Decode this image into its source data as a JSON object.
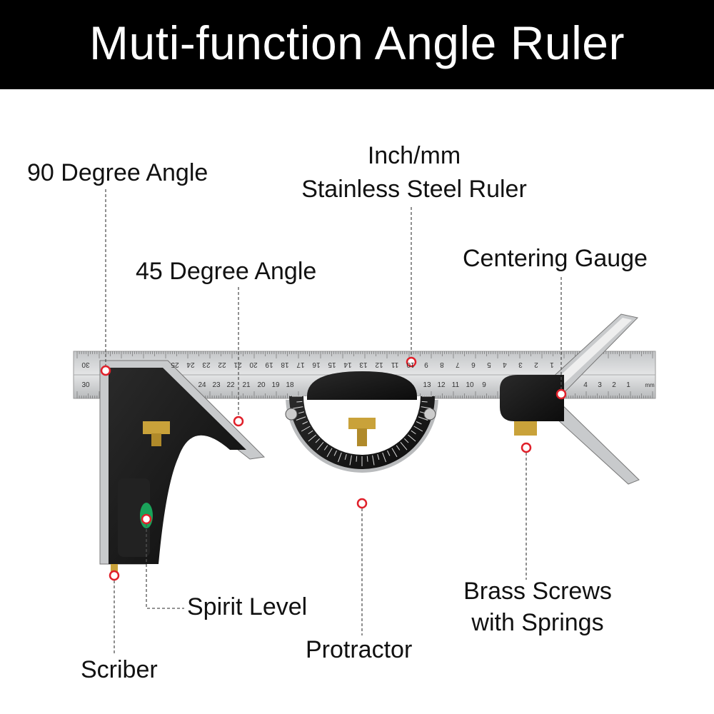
{
  "header": {
    "title": "Muti-function Angle Ruler"
  },
  "labels": {
    "degree90": "90 Degree Angle",
    "ruler_line1": "Inch/mm",
    "ruler_line2": "Stainless Steel Ruler",
    "degree45": "45 Degree Angle",
    "centering": "Centering Gauge",
    "brass_line1": "Brass Screws",
    "brass_line2": "with Springs",
    "spirit": "Spirit Level",
    "protractor": "Protractor",
    "scriber": "Scriber"
  },
  "ruler": {
    "top_scale": [
      "30",
      "25",
      "24",
      "23",
      "22",
      "21",
      "20",
      "19",
      "18",
      "17",
      "16",
      "15",
      "14",
      "13",
      "12",
      "11",
      "10",
      "9",
      "8",
      "7",
      "6",
      "5",
      "4",
      "3",
      "2",
      "1"
    ],
    "bottom_scale": [
      "30",
      "24",
      "23",
      "22",
      "21",
      "20",
      "19",
      "18",
      "13",
      "12",
      "11",
      "10",
      "9",
      "4",
      "3",
      "2",
      "1"
    ],
    "unit": "mm"
  },
  "colors": {
    "header_bg": "#000000",
    "marker": "#e0202a",
    "steel": "#d4d6d8",
    "body": "#1a1a1a",
    "brass": "#c9a23a",
    "level": "#1aa35a"
  }
}
